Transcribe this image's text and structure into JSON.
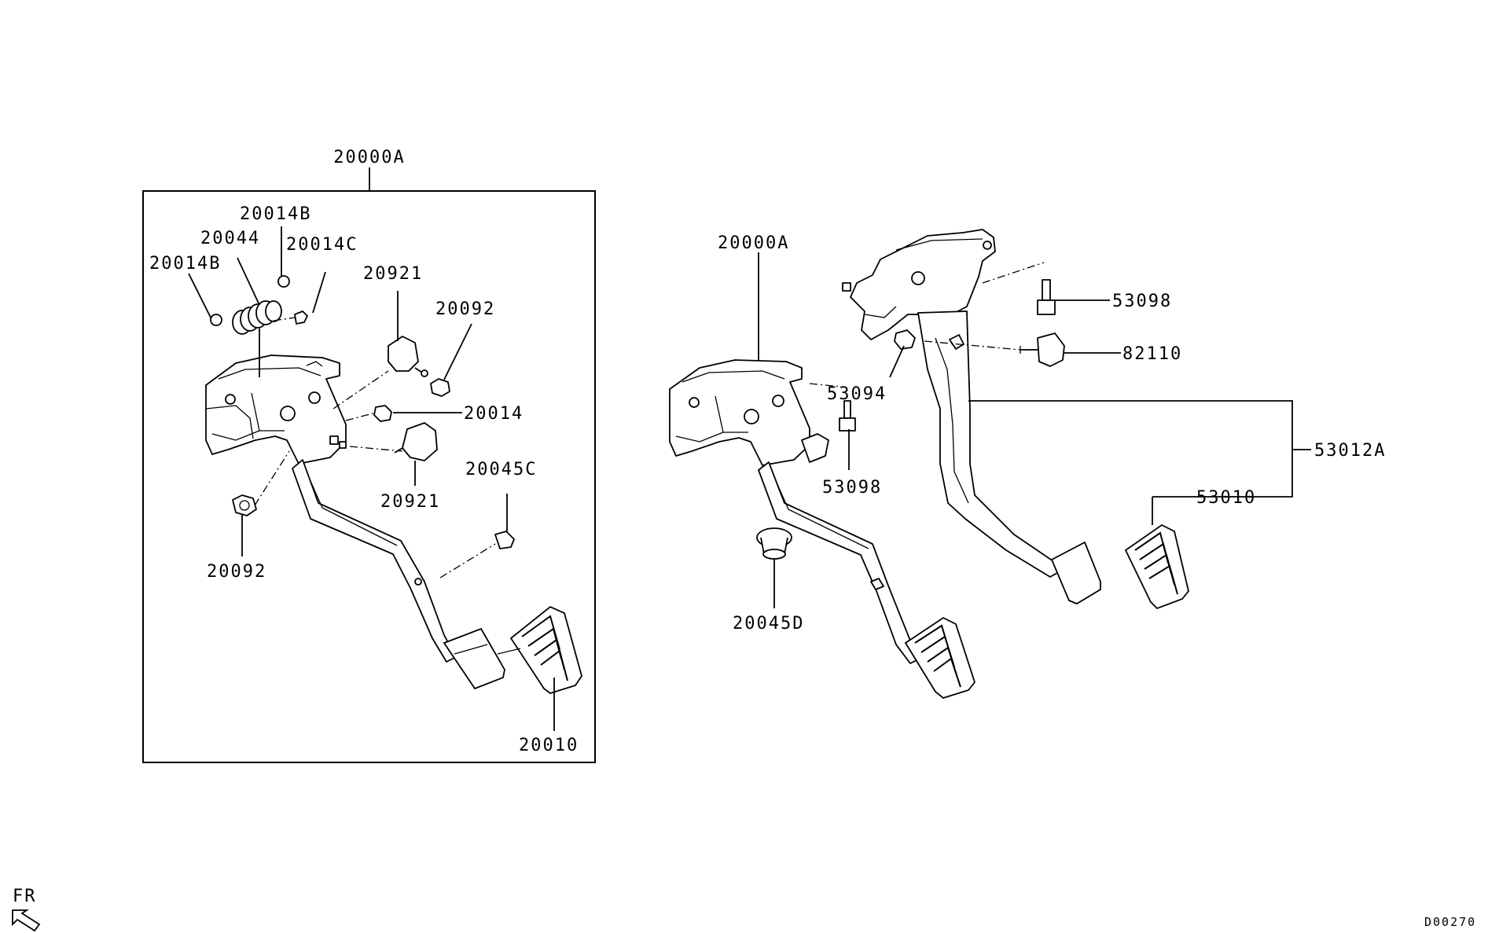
{
  "labels": {
    "group_left": "20000A",
    "p20014B_top": "20014B",
    "p20044": "20044",
    "p20014C": "20014C",
    "p20014B_left": "20014B",
    "p20921_top": "20921",
    "p20092_top": "20092",
    "p20014": "20014",
    "p20921_bottom": "20921",
    "p20045C": "20045C",
    "p20092_bottom": "20092",
    "p20010": "20010",
    "group_right": "20000A",
    "p53098_top": "53098",
    "p82110": "82110",
    "p53094": "53094",
    "p53098_mid": "53098",
    "p53012A": "53012A",
    "p53010": "53010",
    "p20045D": "20045D",
    "fr": "FR",
    "diagram_code": "D00270"
  },
  "colors": {
    "line": "#000000",
    "background": "#ffffff"
  }
}
